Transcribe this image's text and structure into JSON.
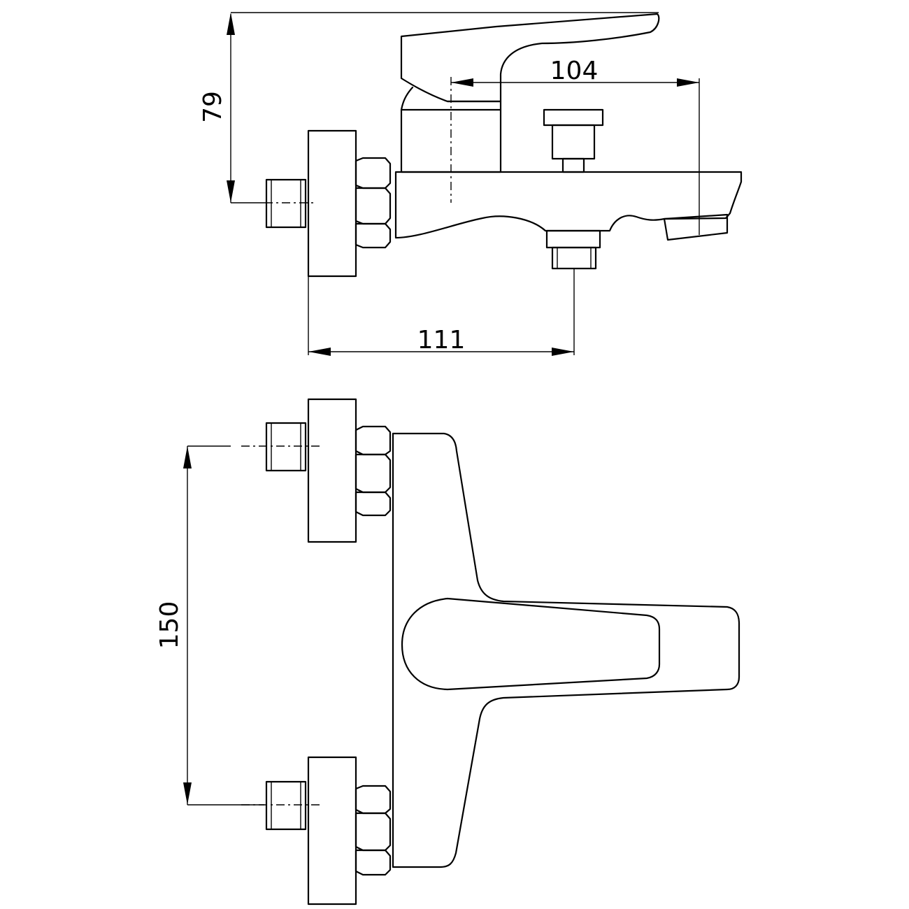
{
  "drawing": {
    "side_view": {
      "height_dimension": "79",
      "spout_dimension": "104",
      "outlet_dimension": "111"
    },
    "front_view": {
      "inlet_spacing_dimension": "150"
    }
  }
}
